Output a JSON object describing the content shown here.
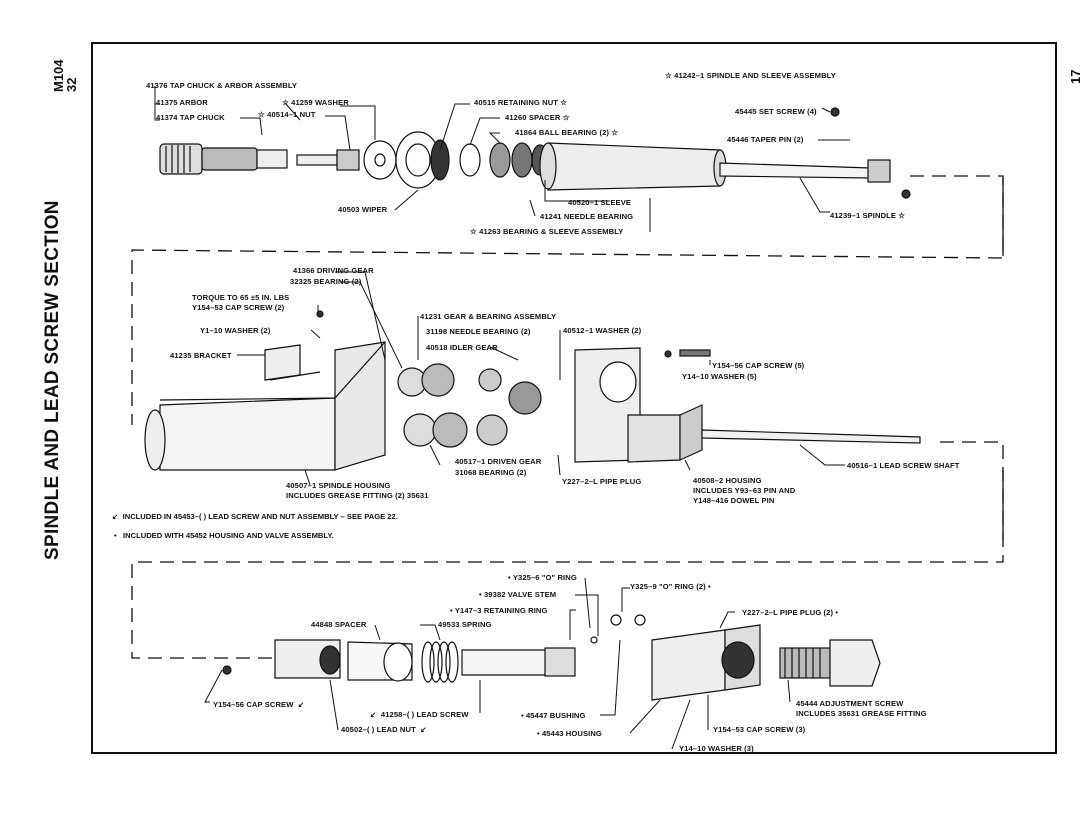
{
  "header": {
    "page_code_top": "M104",
    "page_code_bottom": "32",
    "page_number": "17",
    "section_title": "SPINDLE AND LEAD SCREW SECTION"
  },
  "spindle_section": {
    "title": "☆ 41242–1 SPINDLE AND SLEEVE ASSEMBLY",
    "labels": {
      "tap_chuck_arbor": "41376 TAP CHUCK & ARBOR ASSEMBLY",
      "arbor": "41375 ARBOR",
      "tap_chuck": "41374 TAP CHUCK",
      "washer": "☆ 41259 WASHER",
      "nut": "☆ 40514–1 NUT",
      "retaining_nut": "40515 RETAINING NUT ☆",
      "spacer": "41260 SPACER ☆",
      "ball_bearing": "41864 BALL BEARING (2) ☆",
      "set_screw": "45445 SET SCREW (4)",
      "taper_pin": "45446 TAPER PIN (2)",
      "wiper": "40503 WIPER",
      "sleeve": "40520–1 SLEEVE",
      "needle_bearing": "41241 NEEDLE BEARING",
      "bearing_sleeve": "☆ 41263 BEARING & SLEEVE ASSEMBLY",
      "spindle": "41239–1 SPINDLE ☆"
    }
  },
  "gear_section": {
    "labels": {
      "driving_gear": "41366 DRIVING GEAR",
      "bearing_2": "32325 BEARING (2)",
      "torque": "TORQUE TO 65 ±5 IN. LBS",
      "cap_screw_2": "Y154–53 CAP SCREW (2)",
      "washer_2": "Y1–10 WASHER (2)",
      "bracket": "41235 BRACKET",
      "gear_bearing": "41231 GEAR & BEARING ASSEMBLY",
      "needle_bearing_2": "31198 NEEDLE BEARING (2)",
      "idler_gear": "40518 IDLER GEAR",
      "washer_40512": "40512–1 WASHER (2)",
      "cap_screw_5": "Y154–56 CAP SCREW (5)",
      "washer_5": "Y14–10 WASHER (5)",
      "driven_gear": "40517–1 DRIVEN GEAR",
      "bearing_31068": "31068 BEARING (2)",
      "spindle_housing": "40507–1 SPINDLE HOUSING",
      "grease_fitting": "INCLUDES GREASE FITTING (2) 35631",
      "pipe_plug": "Y227–2–L PIPE PLUG",
      "housing_40508": "40508–2 HOUSING",
      "housing_includes": "INCLUDES Y93–63 PIN AND",
      "dowel_pin": "Y148–416 DOWEL PIN",
      "lead_screw_shaft": "40516–1 LEAD SCREW SHAFT"
    }
  },
  "notes": {
    "note_1": "INCLUDED IN 45453–( ) LEAD SCREW AND NUT ASSEMBLY – SEE PAGE 22.",
    "note_2": "INCLUDED WITH 45452 HOUSING AND VALVE ASSEMBLY."
  },
  "lead_screw_section": {
    "labels": {
      "o_ring_6": "• Y325–6 \"O\" RING",
      "valve_stem": "• 39382 VALVE STEM",
      "o_ring_9": "Y325–9 \"O\" RING (2) •",
      "retaining_ring": "• Y147–3 RETAINING RING",
      "spring": "49533 SPRING",
      "spacer_44848": "44848 SPACER",
      "pipe_plug_2": "Y227–2–L PIPE PLUG (2) •",
      "adjustment_screw": "45444 ADJUSTMENT SCREW",
      "adjustment_includes": "INCLUDES 35631 GREASE FITTING",
      "cap_screw_56": "Y154–56 CAP SCREW",
      "lead_screw": "41258–( ) LEAD SCREW",
      "lead_nut": "40502–( ) LEAD NUT",
      "bushing": "• 45447 BUSHING",
      "housing_45443": "• 45443 HOUSING",
      "cap_screw_3": "Y154–53 CAP SCREW (3)",
      "washer_3": "Y14–10 WASHER (3)"
    }
  }
}
